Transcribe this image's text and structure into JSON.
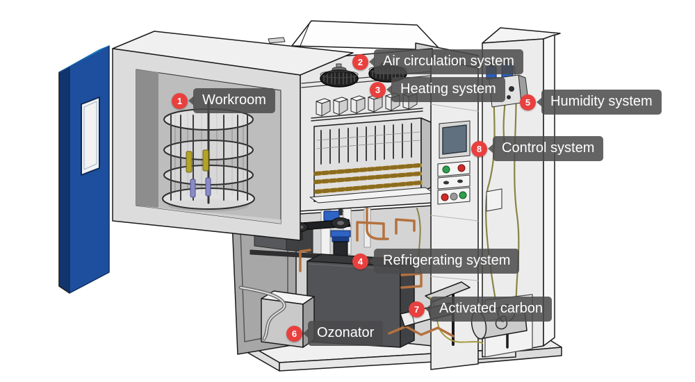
{
  "labels": [
    {
      "number": "1",
      "text": "Workroom"
    },
    {
      "number": "2",
      "text": "Air circulation system"
    },
    {
      "number": "3",
      "text": "Heating system"
    },
    {
      "number": "4",
      "text": "Refrigerating system"
    },
    {
      "number": "5",
      "text": "Humidity system"
    },
    {
      "number": "6",
      "text": "Ozonator"
    },
    {
      "number": "7",
      "text": "Activated carbon"
    },
    {
      "number": "8",
      "text": "Control system"
    }
  ],
  "colors": {
    "label_badge_red": "#e8403e",
    "label_box_gray": "rgba(74,74,76,0.86)",
    "label_text": "#ffffff",
    "door_blue": "#1d4f9e",
    "door_edge_highlight": "#2f9bea",
    "copper_pipe": "#b4713e",
    "heater_coil_gold": "#c9a43a",
    "valve_blue": "#2b5fb8",
    "button_green": "#2e9e4f",
    "button_red": "#cf2b2b"
  }
}
